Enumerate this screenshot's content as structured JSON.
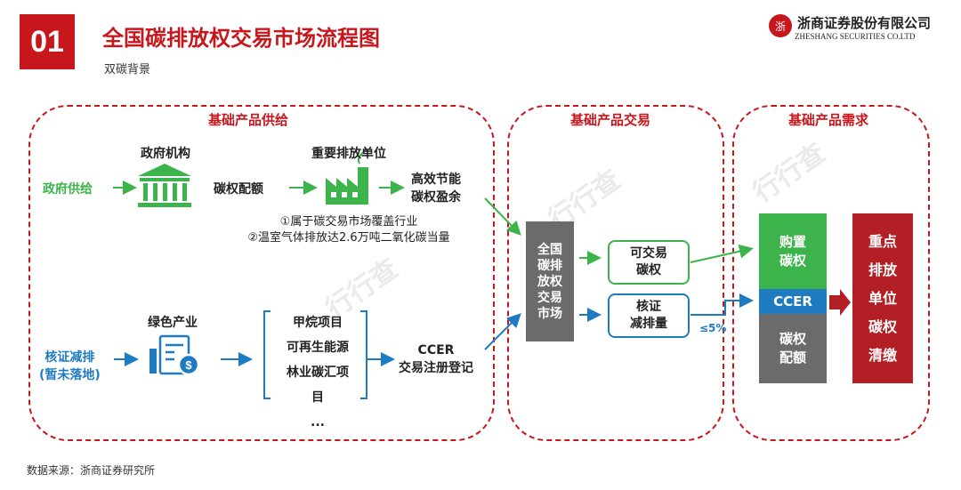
{
  "header": {
    "badge": "01",
    "title": "全国碳排放权交易市场流程图",
    "subtitle": "双碳背景",
    "company_cn": "浙商证券股份有限公司",
    "company_en": "ZHESHANG SECURITIES CO.LTD",
    "logo_glyph": "浙"
  },
  "sections": {
    "supply": "基础产品供给",
    "trade": "基础产品交易",
    "demand": "基础产品需求"
  },
  "supply": {
    "gov_supply": "政府供给",
    "gov_agency": "政府机构",
    "allowance": "碳权配额",
    "key_unit": "重要排放单位",
    "surplus_line1": "高效节能",
    "surplus_line2": "碳权盈余",
    "note_line1": "①属于碳交易市场覆盖行业",
    "note_line2": "②温室气体排放达2.6万吨二氧化碳当量",
    "ccer_supply_line1": "核证减排",
    "ccer_supply_line2": "(暂未落地)",
    "green_industry": "绿色产业",
    "projects": [
      "甲烷项目",
      "可再生能源",
      "林业碳汇项目",
      "..."
    ],
    "ccer_reg_line1": "CCER",
    "ccer_reg_line2": "交易注册登记"
  },
  "trade": {
    "market_chars": "全国碳排放权交易市场",
    "tradable_line1": "可交易",
    "tradable_line2": "碳权",
    "verified_line1": "核证",
    "verified_line2": "减排量",
    "limit": "≤5%"
  },
  "demand": {
    "buy_line1": "购置",
    "buy_line2": "碳权",
    "ccer": "CCER",
    "quota_line1": "碳权",
    "quota_line2": "配额",
    "target_lines": [
      "重点",
      "排放",
      "单位",
      "碳权",
      "清缴"
    ]
  },
  "footer": "数据来源：浙商证券研究所",
  "colors": {
    "brand_red": "#c8161d",
    "green": "#3cb44b",
    "blue": "#1f7bc1",
    "gray": "#6b6b6b",
    "dark_red": "#b21f24"
  },
  "icons": [
    "bank-icon",
    "factory-icon",
    "money-building-icon",
    "bracket-icon",
    "arrow-icon"
  ]
}
